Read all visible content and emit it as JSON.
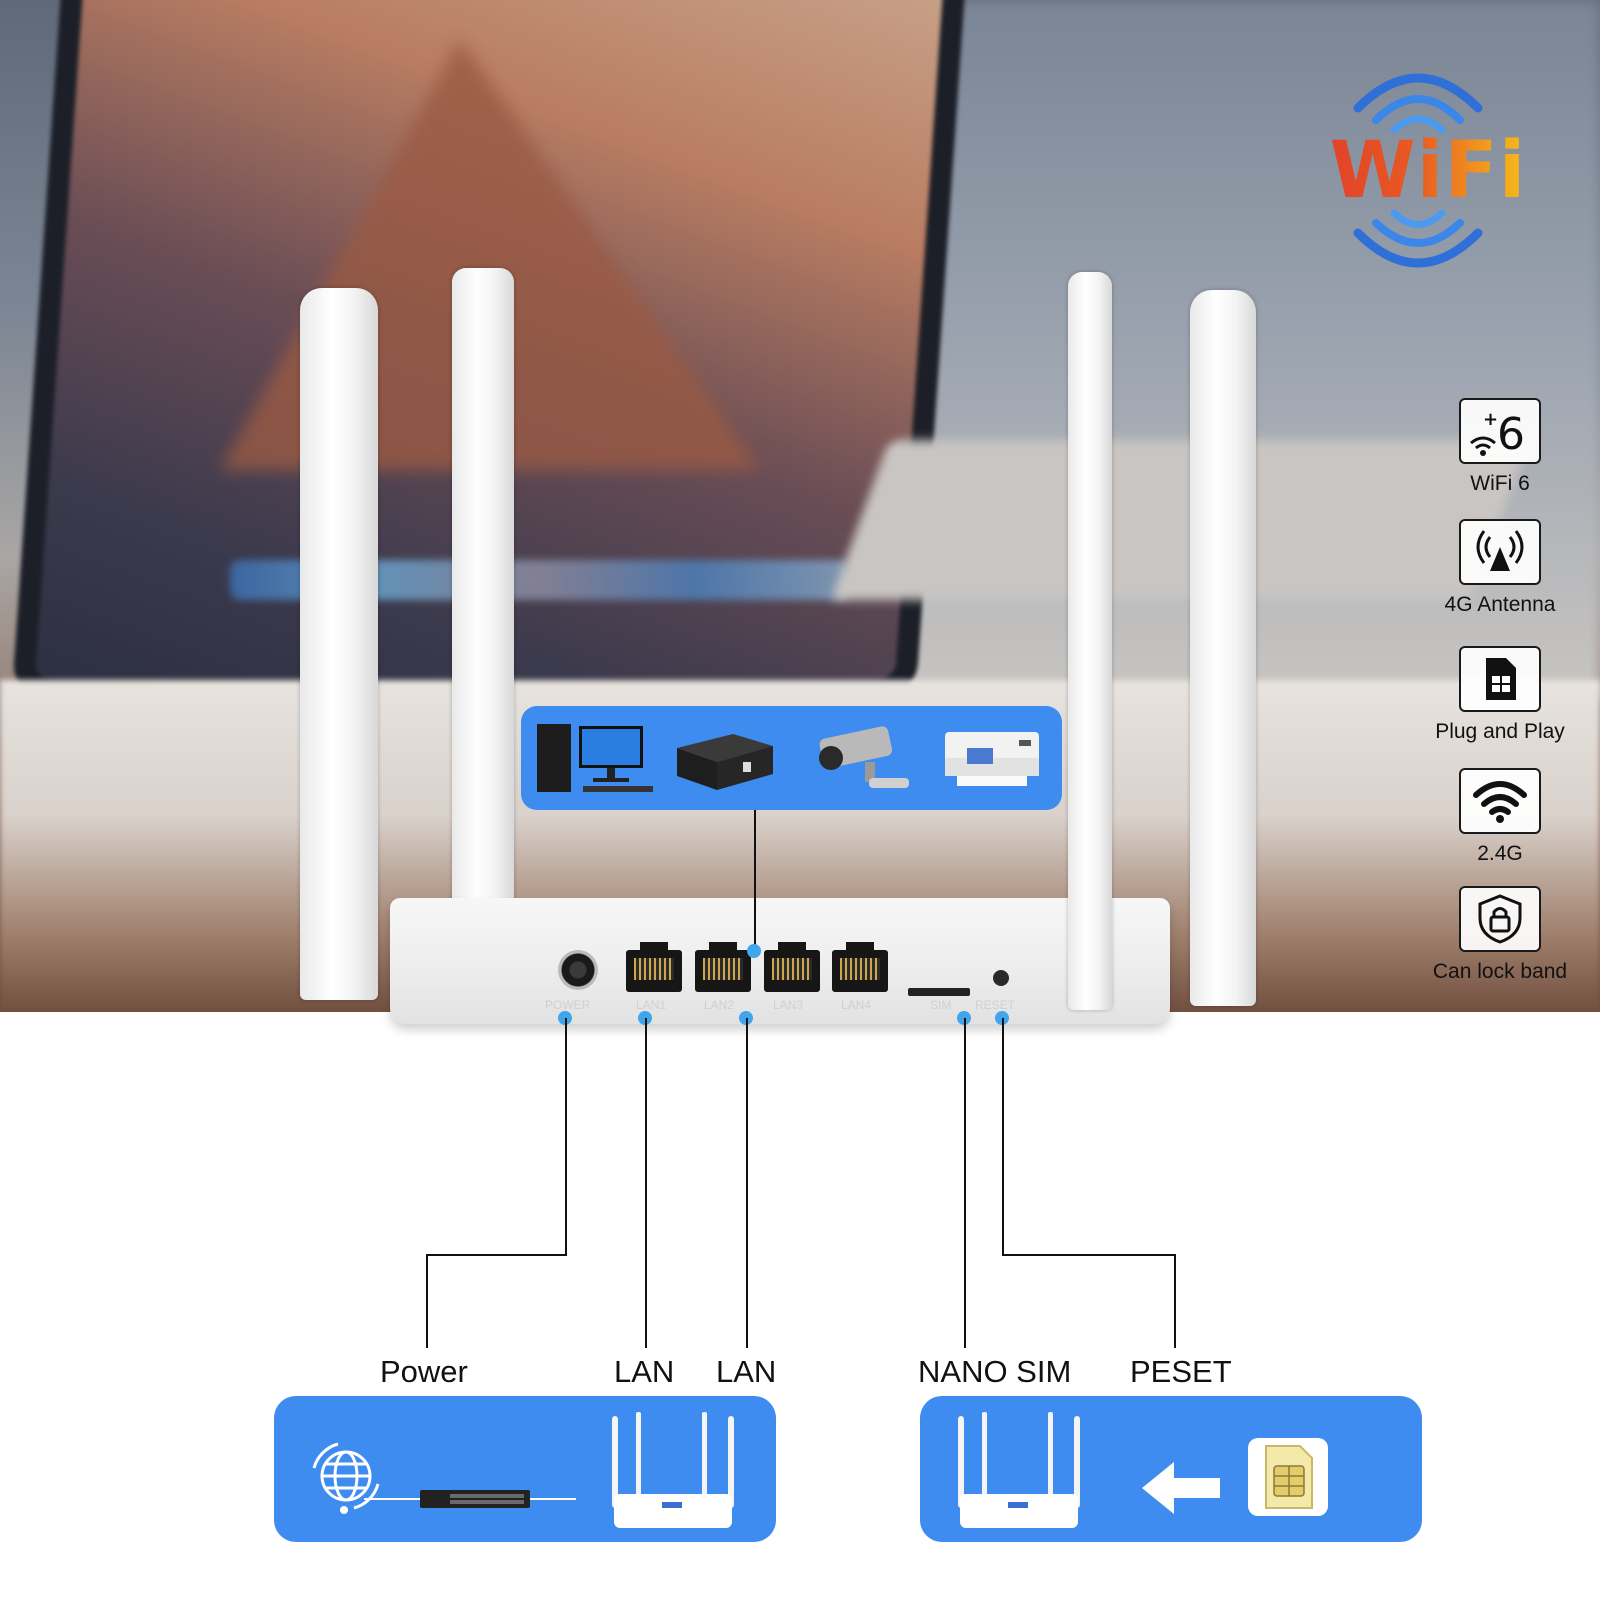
{
  "logo": {
    "text": "WiFi"
  },
  "features": [
    {
      "icon": "wifi6-icon",
      "label": "WiFi 6"
    },
    {
      "icon": "4g-antenna-icon",
      "label": "4G Antenna"
    },
    {
      "icon": "sim-card-icon",
      "label": "Plug and Play"
    },
    {
      "icon": "wifi-signal-icon",
      "label": "2.4G"
    },
    {
      "icon": "shield-lock-icon",
      "label": "Can lock band"
    }
  ],
  "router": {
    "ports": [
      "POWER",
      "LAN1",
      "LAN2",
      "LAN3",
      "LAN4",
      "SIM",
      "RESET"
    ]
  },
  "devices": [
    "desktop-computer",
    "set-top-box",
    "security-camera",
    "printer"
  ],
  "connections": {
    "power": "Power",
    "lan1": "LAN",
    "lan2": "LAN",
    "nano_sim": "NANO SIM",
    "reset": "PESET"
  },
  "colors": {
    "accent_blue": "#3f8cf0",
    "dot_blue": "#3fa6ec",
    "logo_red": "#e0402a",
    "logo_yellow": "#f7c41a"
  }
}
